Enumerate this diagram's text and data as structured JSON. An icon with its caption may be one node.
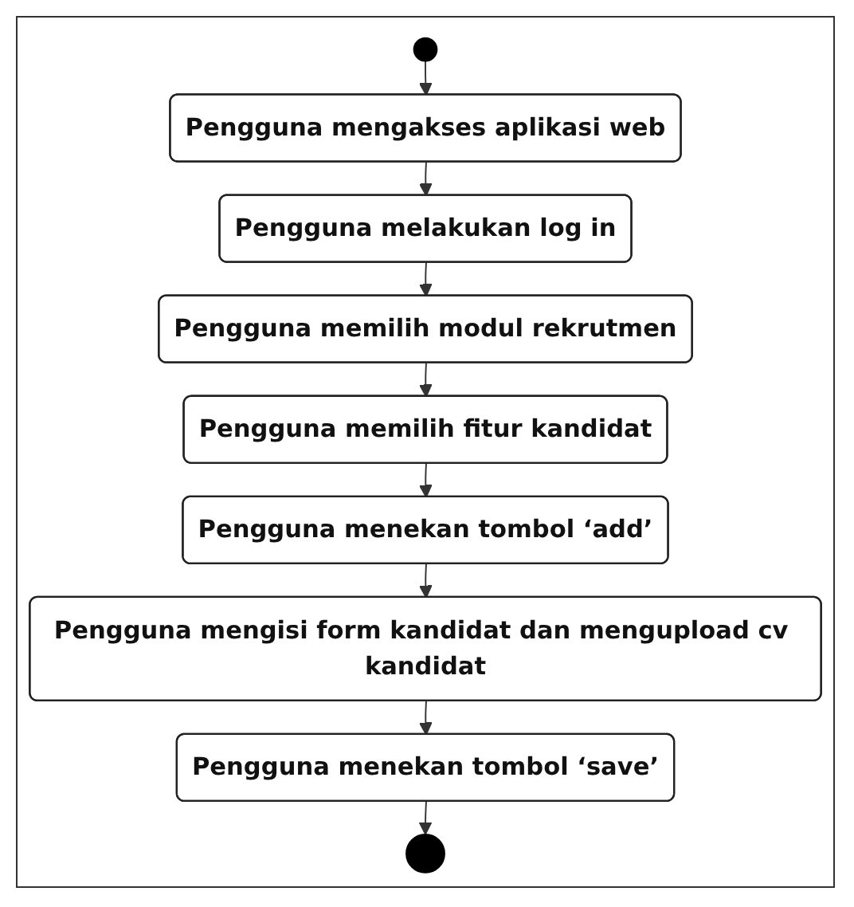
{
  "diagram": {
    "nodes": [
      {
        "text": [],
        "shape": "circle"
      },
      {
        "text": [
          "Pengguna mengakses aplikasi web"
        ]
      },
      {
        "text": [
          "Pengguna melakukan log in"
        ]
      },
      {
        "text": [
          "Pengguna memilih modul rekrutmen"
        ]
      },
      {
        "text": [
          "Pengguna memilih fitur kandidat"
        ]
      },
      {
        "text": [
          "Pengguna menekan tombol ‘add’"
        ]
      },
      {
        "text": [
          "Pengguna mengisi form kandidat dan mengupload cv kandidat"
        ]
      },
      {
        "text": [
          "Pengguna menekan tombol ‘save’"
        ]
      },
      {
        "text": [],
        "shape": "circle"
      }
    ],
    "edges": [
      {
        "from": 0,
        "to": 1,
        "arrow": "to"
      },
      {
        "from": 1,
        "to": 2,
        "arrow": "to"
      },
      {
        "from": 2,
        "to": 3,
        "arrow": "to"
      },
      {
        "from": 3,
        "to": 4,
        "arrow": "to"
      },
      {
        "from": 4,
        "to": 5,
        "arrow": "to"
      },
      {
        "from": 5,
        "to": 6,
        "arrow": "to"
      },
      {
        "from": 6,
        "to": 7,
        "arrow": "to"
      },
      {
        "from": 7,
        "to": 8,
        "arrow": "to"
      }
    ]
  }
}
